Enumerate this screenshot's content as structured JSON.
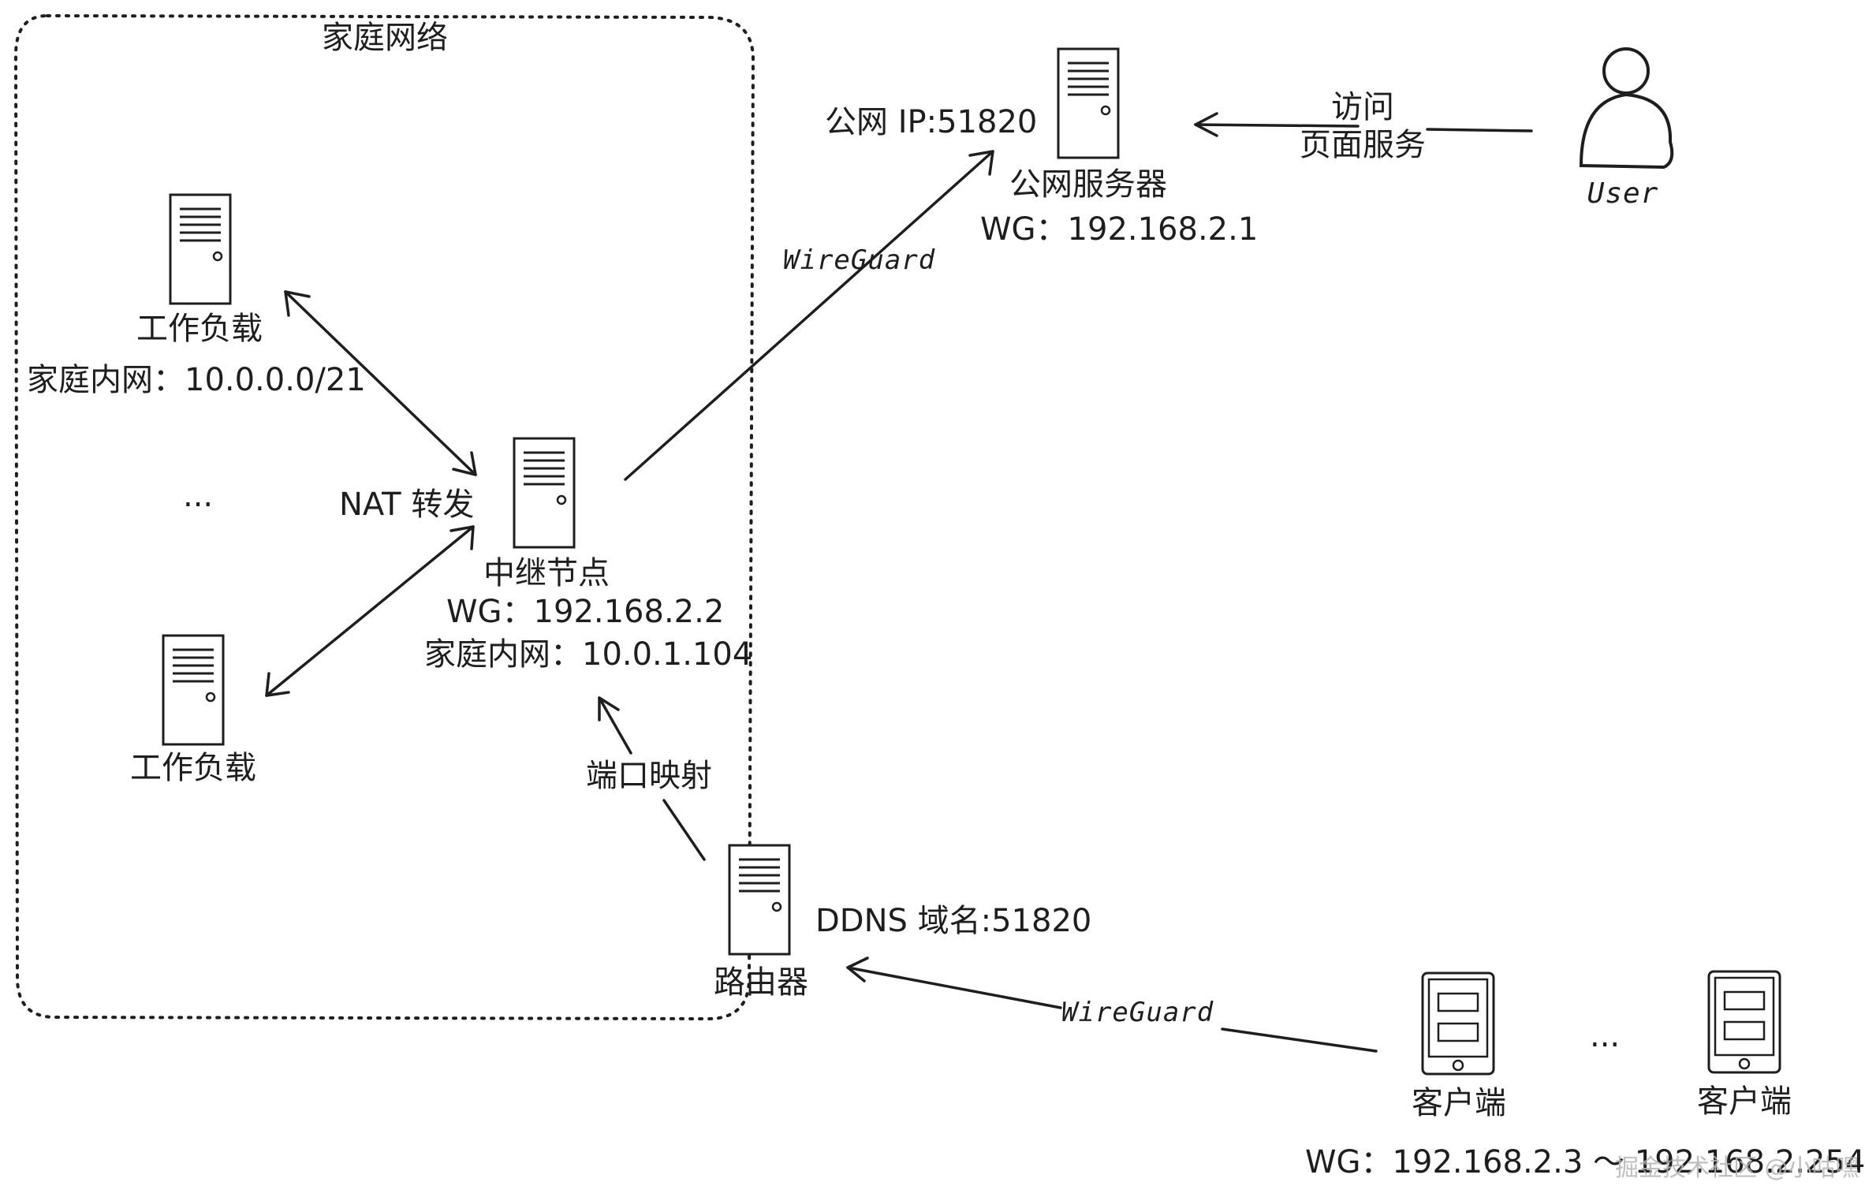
{
  "diagram": {
    "home_network_label": "家庭网络",
    "workload_top": {
      "name": "工作负载",
      "ip": "家庭内网：10.0.0.0/21"
    },
    "ellipsis_home": "...",
    "workload_bottom": {
      "name": "工作负载"
    },
    "nat_label": "NAT 转发",
    "relay": {
      "name": "中继节点",
      "wg": "WG：192.168.2.2",
      "lan": "家庭内网：10.0.1.104"
    },
    "port_mapping_label": "端口映射",
    "router": {
      "name": "路由器",
      "ddns": "DDNS 域名:51820"
    },
    "public_server": {
      "addr": "公网 IP:51820",
      "name": "公网服务器",
      "wg": "WG：192.168.2.1"
    },
    "wireguard_upper": "WireGuard",
    "wireguard_lower": "WireGuard",
    "access_label": [
      "访问",
      "页面服务"
    ],
    "user_label": "User",
    "clients": [
      {
        "name": "客户端"
      },
      {
        "name": "客户端"
      }
    ],
    "ellipsis_clients": "...",
    "client_range": "WG：192.168.2.3 ～ 192.168.2.254",
    "watermark": "掘金技术社区 @小咕嘿"
  }
}
